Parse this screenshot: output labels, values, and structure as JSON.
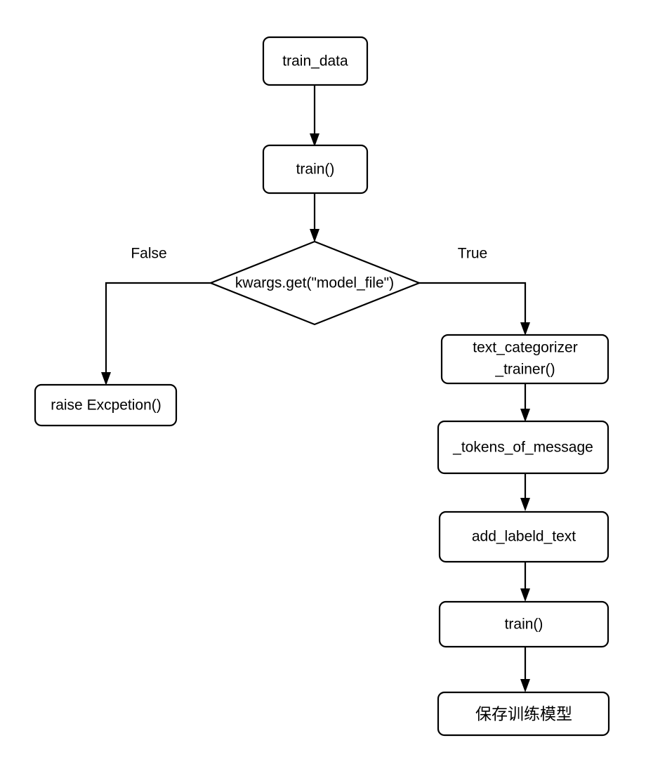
{
  "diagram": {
    "type": "flowchart",
    "title": "train() model-file decision flow",
    "background_color": "#ffffff",
    "stroke_color": "#000000",
    "fill_color": "#ffffff"
  },
  "nodes": {
    "train_data": {
      "label": "train_data",
      "shape": "rounded-rect"
    },
    "train_top": {
      "label": "train()",
      "shape": "rounded-rect"
    },
    "decision": {
      "label": "kwargs.get(\"model_file\")",
      "shape": "diamond"
    },
    "raise_exception": {
      "label": "raise Excpetion()",
      "shape": "rounded-rect"
    },
    "text_categorizer_trainer": {
      "label_line1": "text_categorizer",
      "label_line2": "_trainer()",
      "shape": "rounded-rect"
    },
    "tokens_of_message": {
      "label": "_tokens_of_message",
      "shape": "rounded-rect"
    },
    "add_labeld_text": {
      "label": "add_labeld_text",
      "shape": "rounded-rect"
    },
    "train_right": {
      "label": "train()",
      "shape": "rounded-rect"
    },
    "save_model": {
      "label": "保存训练模型",
      "shape": "rounded-rect"
    }
  },
  "branch_labels": {
    "false": "False",
    "true": "True"
  }
}
